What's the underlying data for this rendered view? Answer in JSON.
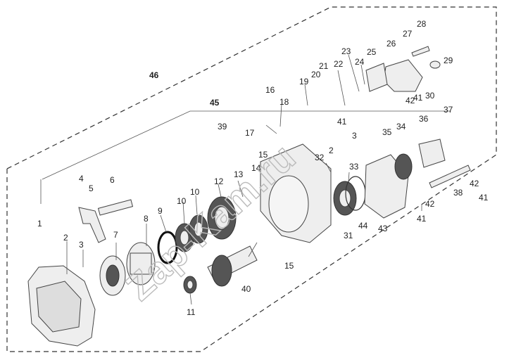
{
  "assembly_labels": [
    "46",
    "45"
  ],
  "part_labels": [
    "1",
    "2",
    "3",
    "4",
    "5",
    "6",
    "7",
    "8",
    "9",
    "10",
    "10",
    "11",
    "12",
    "13",
    "14",
    "15",
    "15",
    "16",
    "17",
    "18",
    "19",
    "20",
    "21",
    "22",
    "23",
    "24",
    "25",
    "26",
    "27",
    "28",
    "29",
    "30",
    "31",
    "32",
    "2",
    "3",
    "33",
    "34",
    "35",
    "36",
    "37",
    "38",
    "39",
    "40",
    "41",
    "41",
    "41",
    "41",
    "42",
    "42",
    "42",
    "43",
    "44"
  ],
  "watermark": "Zap-Kam.ru"
}
